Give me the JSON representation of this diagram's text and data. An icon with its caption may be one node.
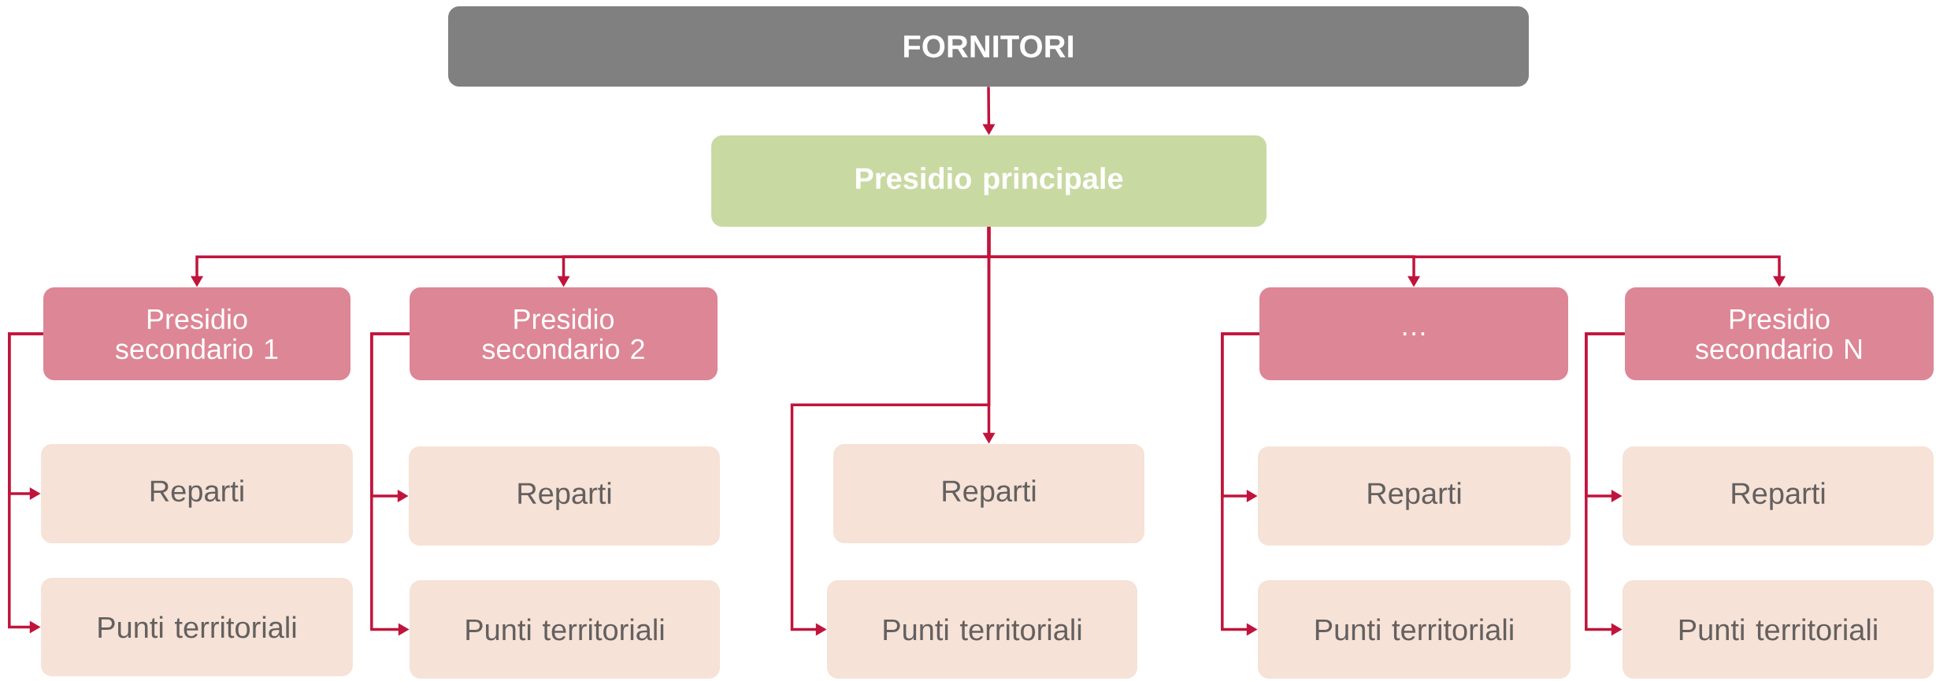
{
  "diagram": {
    "nodes": [
      {
        "text": [
          "FORNITORI"
        ]
      },
      {
        "text": [
          "Presidio principale"
        ]
      },
      {
        "text": [
          "Presidio secondario 1"
        ]
      },
      {
        "text": [
          "Presidio secondario 2"
        ]
      },
      {
        "text": [
          "…"
        ]
      },
      {
        "text": [
          "Presidio secondario N"
        ]
      },
      {
        "text": [
          "Reparti"
        ]
      },
      {
        "text": [
          "Reparti"
        ]
      },
      {
        "text": [
          "Reparti"
        ]
      },
      {
        "text": [
          "Reparti"
        ]
      },
      {
        "text": [
          "Reparti"
        ]
      },
      {
        "text": [
          "Punti territoriali"
        ]
      },
      {
        "text": [
          "Punti territoriali"
        ]
      },
      {
        "text": [
          "Punti territoriali"
        ]
      },
      {
        "text": [
          "Punti territoriali"
        ]
      },
      {
        "text": [
          "Punti territoriali"
        ]
      }
    ],
    "edges": [
      {
        "from": 0,
        "to": 1,
        "arrow": "to"
      },
      {
        "from": 1,
        "to": 2,
        "arrow": "to"
      },
      {
        "from": 1,
        "to": 3,
        "arrow": "to"
      },
      {
        "from": 1,
        "to": 4,
        "arrow": "to"
      },
      {
        "from": 1,
        "to": 5,
        "arrow": "to"
      },
      {
        "from": 1,
        "to": 8,
        "arrow": "to"
      },
      {
        "from": 1,
        "to": 13,
        "arrow": "to"
      },
      {
        "from": 2,
        "to": 6,
        "arrow": "to"
      },
      {
        "from": 2,
        "to": 11,
        "arrow": "to"
      },
      {
        "from": 3,
        "to": 7,
        "arrow": "to"
      },
      {
        "from": 3,
        "to": 12,
        "arrow": "to"
      },
      {
        "from": 4,
        "to": 9,
        "arrow": "to"
      },
      {
        "from": 4,
        "to": 14,
        "arrow": "to"
      },
      {
        "from": 5,
        "to": 10,
        "arrow": "to"
      },
      {
        "from": 5,
        "to": 15,
        "arrow": "to"
      }
    ]
  }
}
